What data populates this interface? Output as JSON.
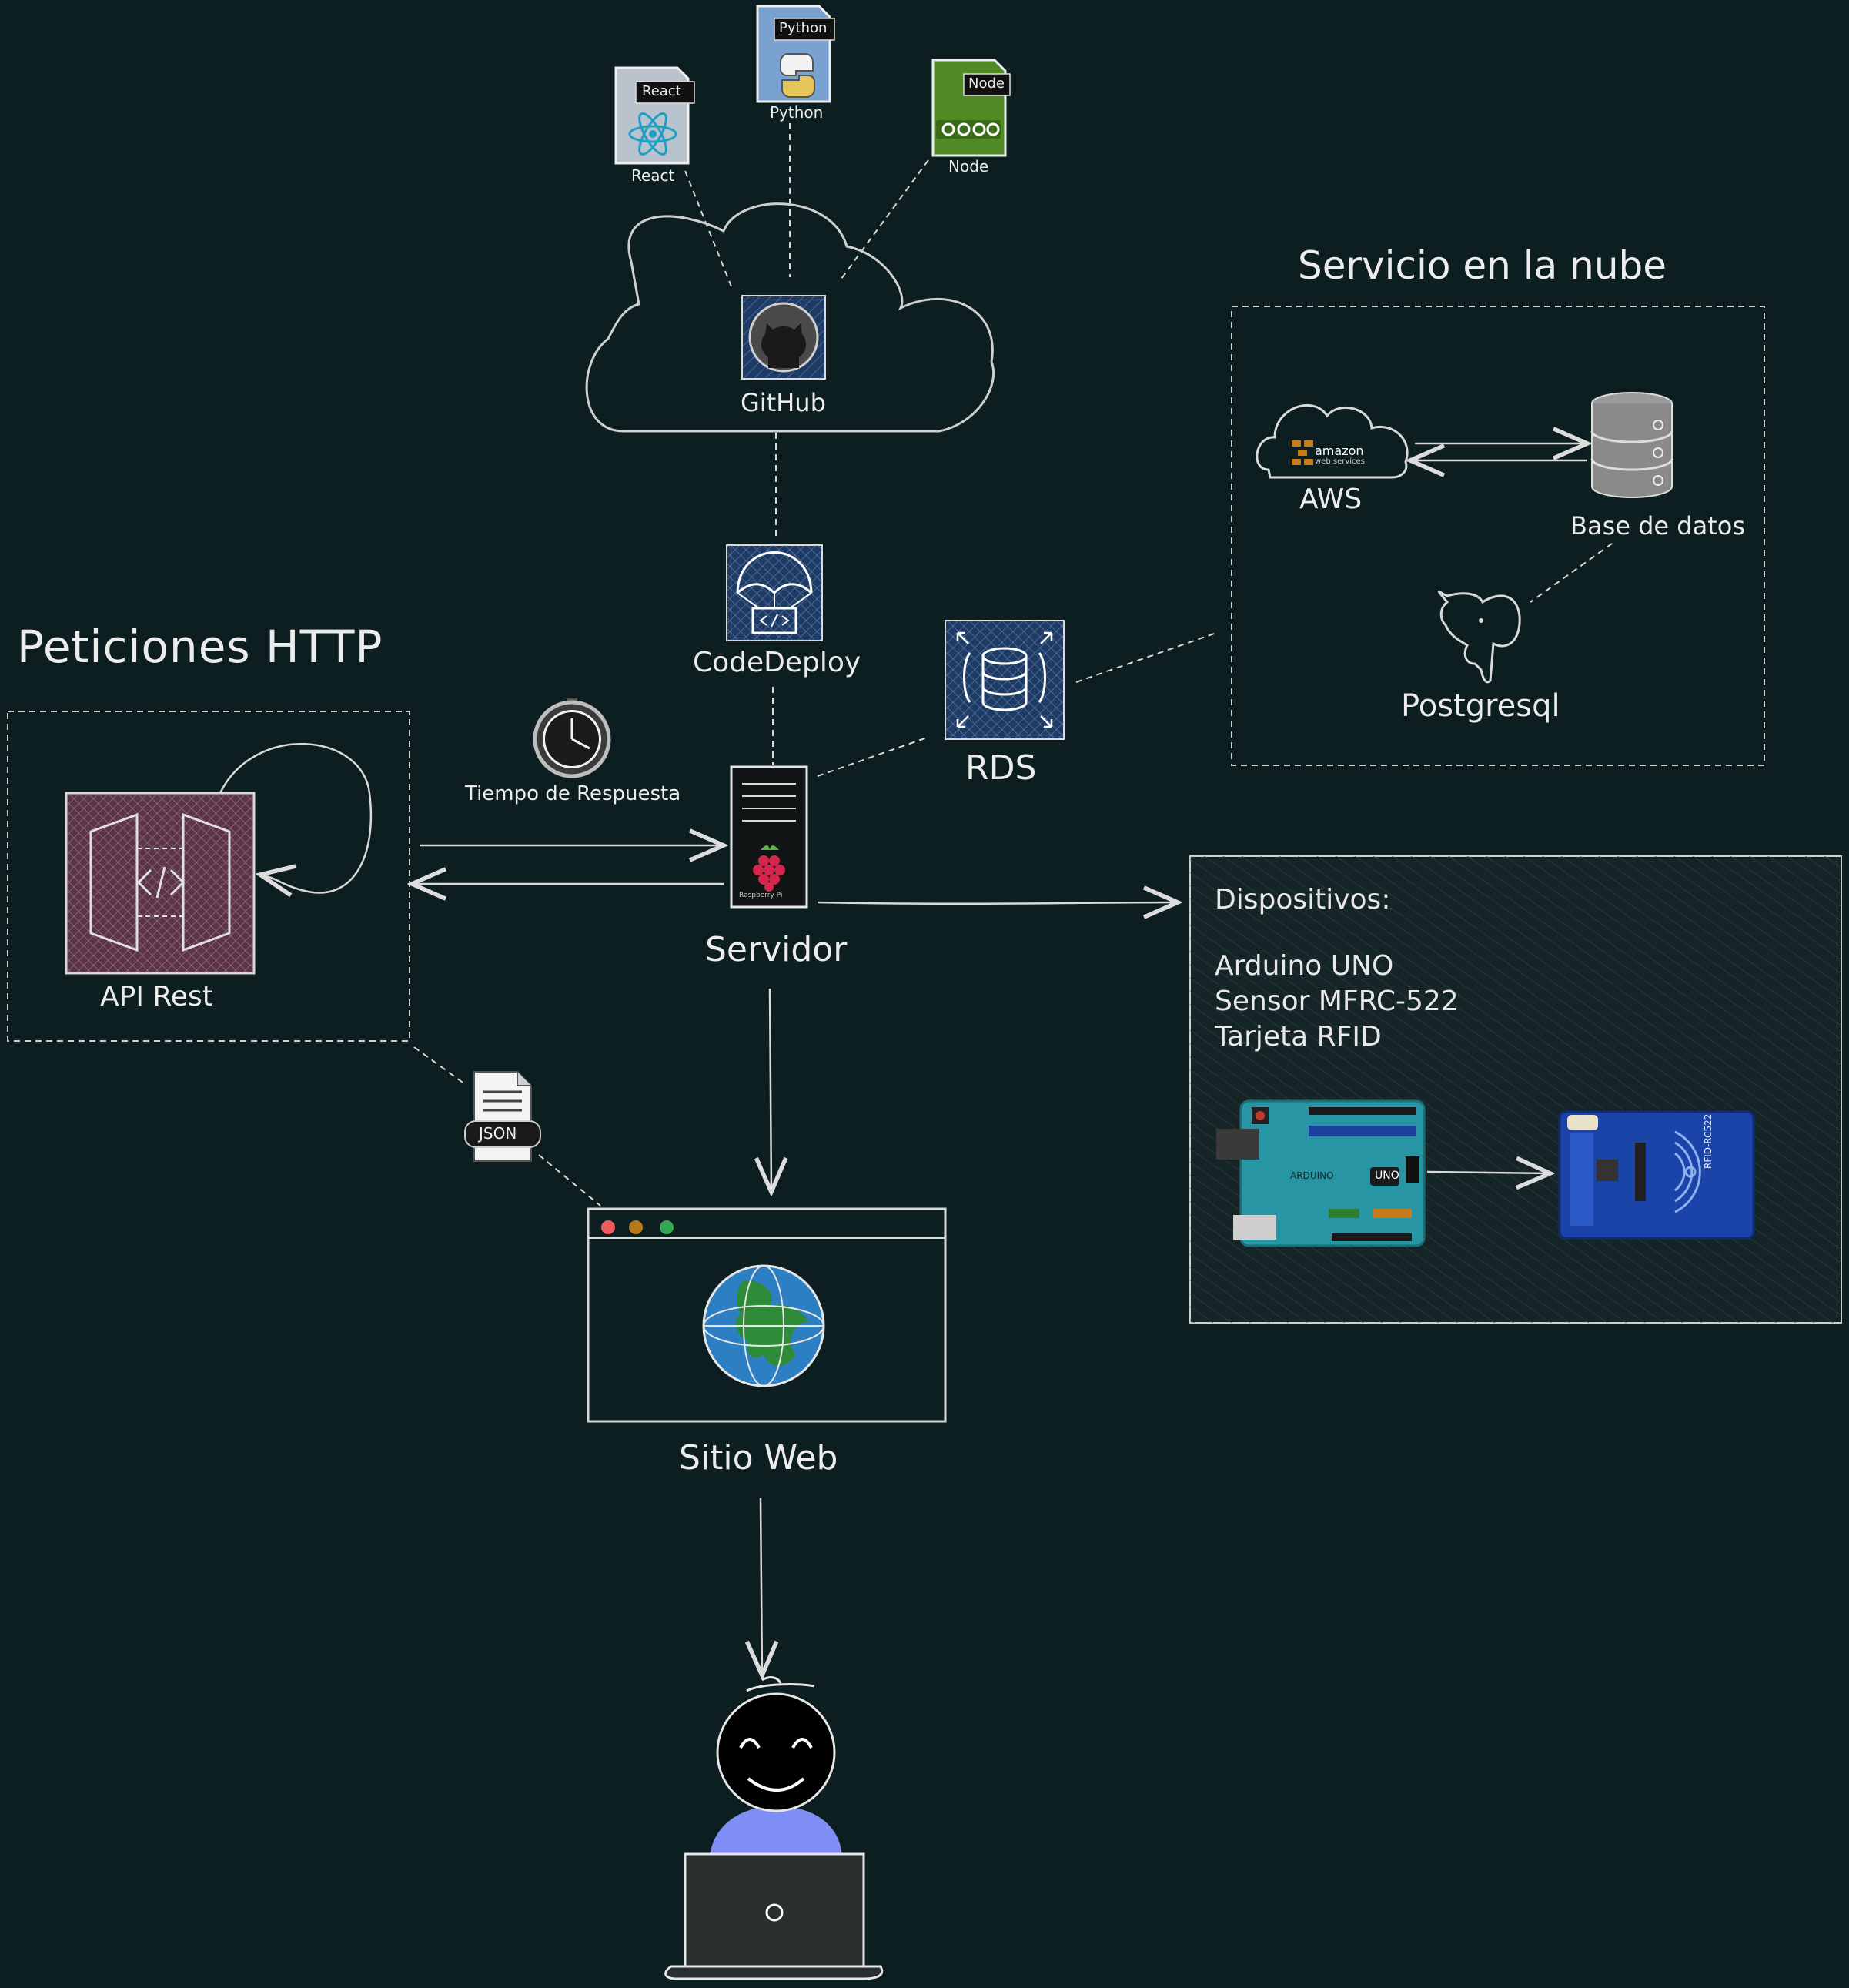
{
  "labels": {
    "peticiones": "Peticiones HTTP",
    "api_rest": "API Rest",
    "tiempo": "Tiempo de Respuesta",
    "json": "JSON",
    "github": "GitHub",
    "codedeploy": "CodeDeploy",
    "rds": "RDS",
    "servidor": "Servidor",
    "sitio_web": "Sitio Web",
    "servicio_nube": "Servicio en la nube",
    "aws": "AWS",
    "base_datos": "Base de datos",
    "postgresql": "Postgresql",
    "react_tag": "React",
    "react_caption": "React",
    "python_tag": "Python",
    "python_caption": "Python",
    "node_tag": "Node",
    "node_caption": "Node",
    "arduino_board": "ARDUINO",
    "arduino_model": "UNO",
    "rfid_board": "RFID-RC522",
    "aws_logo_line1": "amazon",
    "aws_logo_line2": "web services",
    "raspberry_text": "Raspberry Pi"
  },
  "devices": {
    "heading": "Dispositivos:",
    "items": [
      "Arduino UNO",
      "Sensor MFRC-522",
      "Tarjeta RFID"
    ]
  },
  "colors": {
    "background": "#0c1e1f",
    "stroke": "#d9d9d9",
    "api_fill": "#5a3447",
    "aws_fill": "#1e3b66",
    "arduino": "#2795a3",
    "rfid": "#1a44a8",
    "person_shirt": "#7f8ef5",
    "browser_red": "#f05a5a",
    "browser_orange": "#b8791a",
    "browser_green": "#34a853"
  }
}
